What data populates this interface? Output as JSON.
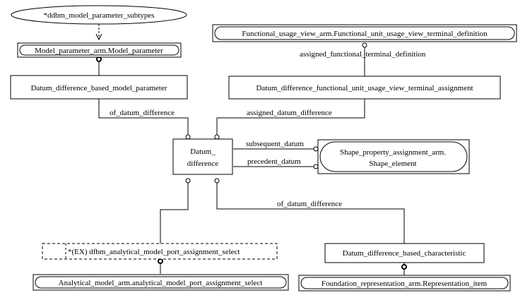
{
  "diagram": {
    "entities": {
      "subtypes_select": "*ddbm_model_parameter_subtypes",
      "model_parameter": "Model_parameter_arm.Model_parameter",
      "functional_terminal_definition": "Functional_usage_view_arm.Functional_unit_usage_view_terminal_definition",
      "datum_difference_based_model_parameter": "Datum_difference_based_model_parameter",
      "terminal_assignment": "Datum_difference_functional_unit_usage_view_terminal_assignment",
      "datum_difference_line1": "Datum_",
      "datum_difference_line2": "difference",
      "shape_element_line1": "Shape_property_assignment_arm.",
      "shape_element_line2": "Shape_element",
      "port_assignment_select_ex": "*(EX) dfbm_analytical_model_port_assignment_select",
      "port_assignment_select": "Analytical_model_arm.analytical_model_port_assignment_select",
      "based_characteristic": "Datum_difference_based_characteristic",
      "representation_item": "Foundation_representation_arm.Representation_item"
    },
    "relations": {
      "assigned_functional_terminal_definition": "assigned_functional_terminal_definition",
      "of_datum_difference_top": "of_datum_difference",
      "assigned_datum_difference": "assigned_datum_difference",
      "subsequent_datum": "subsequent_datum",
      "precedent_datum": "precedent_datum",
      "of_datum_difference_bottom": "of_datum_difference"
    }
  }
}
